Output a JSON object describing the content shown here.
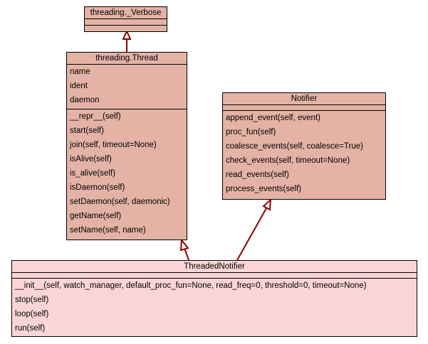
{
  "verbose": {
    "name": "threading._Verbose"
  },
  "thread": {
    "name": "threading.Thread",
    "attributes": [
      "name",
      "ident",
      "daemon"
    ],
    "methods": [
      "__repr__(self)",
      "start(self)",
      "join(self, timeout=None)",
      "isAlive(self)",
      "is_alive(self)",
      "isDaemon(self)",
      "setDaemon(self, daemonic)",
      "getName(self)",
      "setName(self, name)"
    ]
  },
  "notifier": {
    "name": "Notifier",
    "methods": [
      "append_event(self, event)",
      "proc_fun(self)",
      "coalesce_events(self, coalesce=True)",
      "check_events(self, timeout=None)",
      "read_events(self)",
      "process_events(self)"
    ]
  },
  "threaded": {
    "name": "ThreadedNotifier",
    "methods": [
      "__init__(self, watch_manager, default_proc_fun=None, read_freq=0, threshold=0, timeout=None)",
      "stop(self)",
      "loop(self)",
      "run(self)"
    ]
  },
  "colors": {
    "class_fill": "#e4b3a6",
    "leaf_fill": "#fbd5d5",
    "arrow": "#8b0000"
  }
}
